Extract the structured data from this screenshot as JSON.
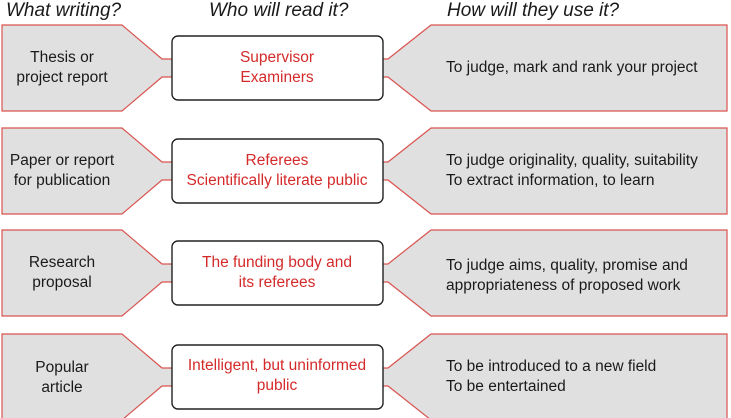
{
  "headers": {
    "what": "What writing?",
    "who": "Who will read it?",
    "how": "How will they use it?"
  },
  "rows": [
    {
      "writing": [
        "Thesis  or",
        "project report"
      ],
      "readers": [
        "Supervisor",
        "Examiners"
      ],
      "use": [
        "To judge, mark and rank your project"
      ]
    },
    {
      "writing": [
        "Paper or report",
        "for publication"
      ],
      "readers": [
        "Referees",
        "Scientifically literate public"
      ],
      "use": [
        "To judge originality, quality, suitability",
        "To extract information, to learn"
      ]
    },
    {
      "writing": [
        "Research",
        "proposal"
      ],
      "readers": [
        "The funding body and",
        "its referees"
      ],
      "use": [
        "To judge aims, quality, promise and",
        "appropriateness of proposed work"
      ]
    },
    {
      "writing": [
        "Popular",
        "article"
      ],
      "readers": [
        "Intelligent, but uninformed",
        "public"
      ],
      "use": [
        "To be introduced to a new field",
        "To be entertained"
      ]
    }
  ],
  "colors": {
    "shape_fill": "#e0e0e0",
    "shape_stroke": "#d9534f",
    "box_stroke": "#222222",
    "reader_text": "#d42a2a",
    "text": "#1a1a1a"
  }
}
